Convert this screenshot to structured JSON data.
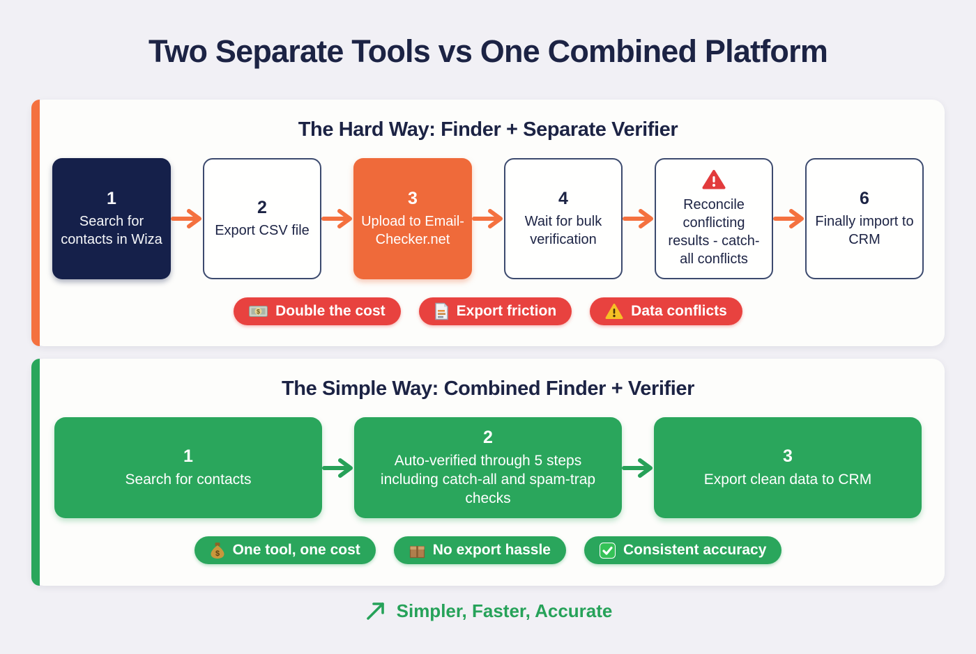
{
  "page": {
    "title": "Two Separate Tools vs One Combined Platform",
    "background_color": "#f1f0f5",
    "colors": {
      "navy": "#15204a",
      "orange": "#ef6a3a",
      "arrow_orange": "#f4713f",
      "red_badge": "#e8423f",
      "green": "#2aa65c",
      "footer_green": "#26a259",
      "panel_bg": "#fdfdfb"
    }
  },
  "hard_way": {
    "heading": "The Hard Way: Finder + Separate Verifier",
    "accent_color": "#f4713f",
    "steps": [
      {
        "number": "1",
        "label": "Search for contacts in Wiza",
        "variant": "dark"
      },
      {
        "number": "2",
        "label": "Export CSV file",
        "variant": "light"
      },
      {
        "number": "3",
        "label": "Upload to Email-Checker.net",
        "variant": "orange"
      },
      {
        "number": "4",
        "label": "Wait for bulk verification",
        "variant": "light"
      },
      {
        "icon": "alert-triangle-icon",
        "label": "Reconcile conflicting results - catch-all conflicts",
        "variant": "light"
      },
      {
        "number": "6",
        "label": "Finally import to CRM",
        "variant": "light"
      }
    ],
    "badges": [
      {
        "icon": "banknote-icon",
        "label": "Double the cost"
      },
      {
        "icon": "document-icon",
        "label": "Export friction"
      },
      {
        "icon": "warning-icon",
        "label": "Data conflicts"
      }
    ]
  },
  "simple_way": {
    "heading": "The Simple Way: Combined Finder + Verifier",
    "accent_color": "#2aa65c",
    "steps": [
      {
        "number": "1",
        "label": "Search for contacts"
      },
      {
        "number": "2",
        "label": "Auto-verified through 5 steps including catch-all and spam-trap checks"
      },
      {
        "number": "3",
        "label": "Export clean data to CRM"
      }
    ],
    "badges": [
      {
        "icon": "money-bag-icon",
        "label": "One tool, one cost"
      },
      {
        "icon": "package-icon",
        "label": "No export hassle"
      },
      {
        "icon": "check-mark-icon",
        "label": "Consistent accuracy"
      }
    ]
  },
  "footer": {
    "icon": "trend-up-arrow-icon",
    "label": "Simpler, Faster, Accurate"
  }
}
